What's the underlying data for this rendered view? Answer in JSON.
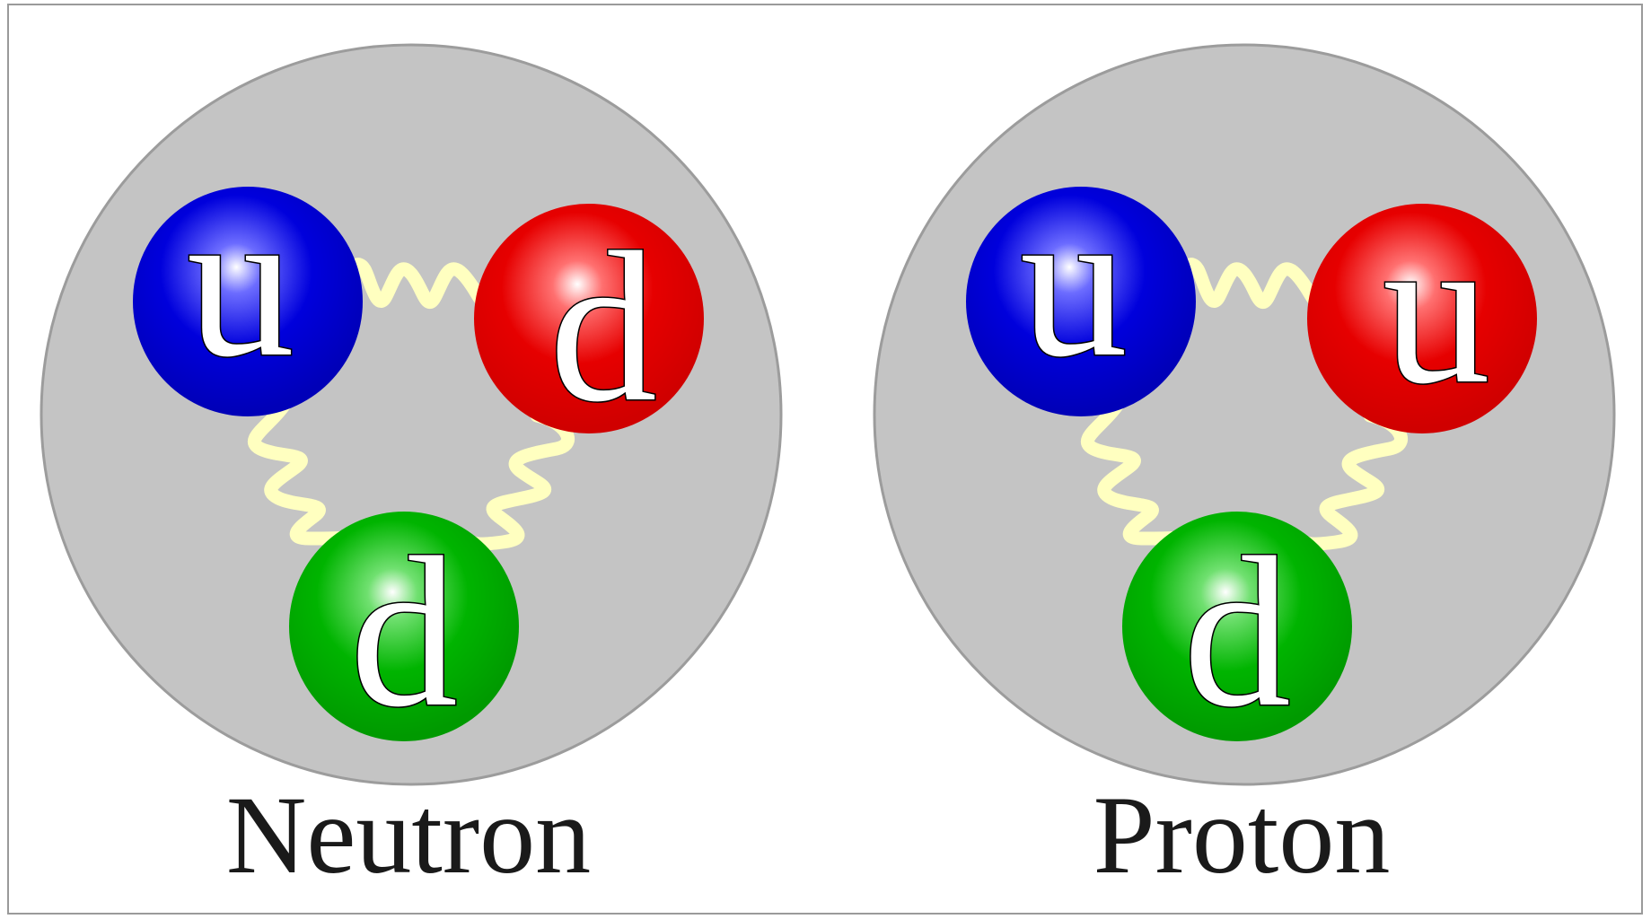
{
  "colors": {
    "background": "#ffffff",
    "hadron_fill": "#c4c4c4",
    "hadron_stroke": "#9c9c9c",
    "gluon": "#ffffc0",
    "quark_blue": "#0000d8",
    "quark_red": "#e80000",
    "quark_green": "#00b000"
  },
  "particles": [
    {
      "label": "Neutron",
      "quarks": [
        {
          "flavor": "u",
          "color": "blue"
        },
        {
          "flavor": "d",
          "color": "red"
        },
        {
          "flavor": "d",
          "color": "green"
        }
      ]
    },
    {
      "label": "Proton",
      "quarks": [
        {
          "flavor": "u",
          "color": "blue"
        },
        {
          "flavor": "u",
          "color": "red"
        },
        {
          "flavor": "d",
          "color": "green"
        }
      ]
    }
  ],
  "icons": [
    "gluon-spring-icon"
  ]
}
